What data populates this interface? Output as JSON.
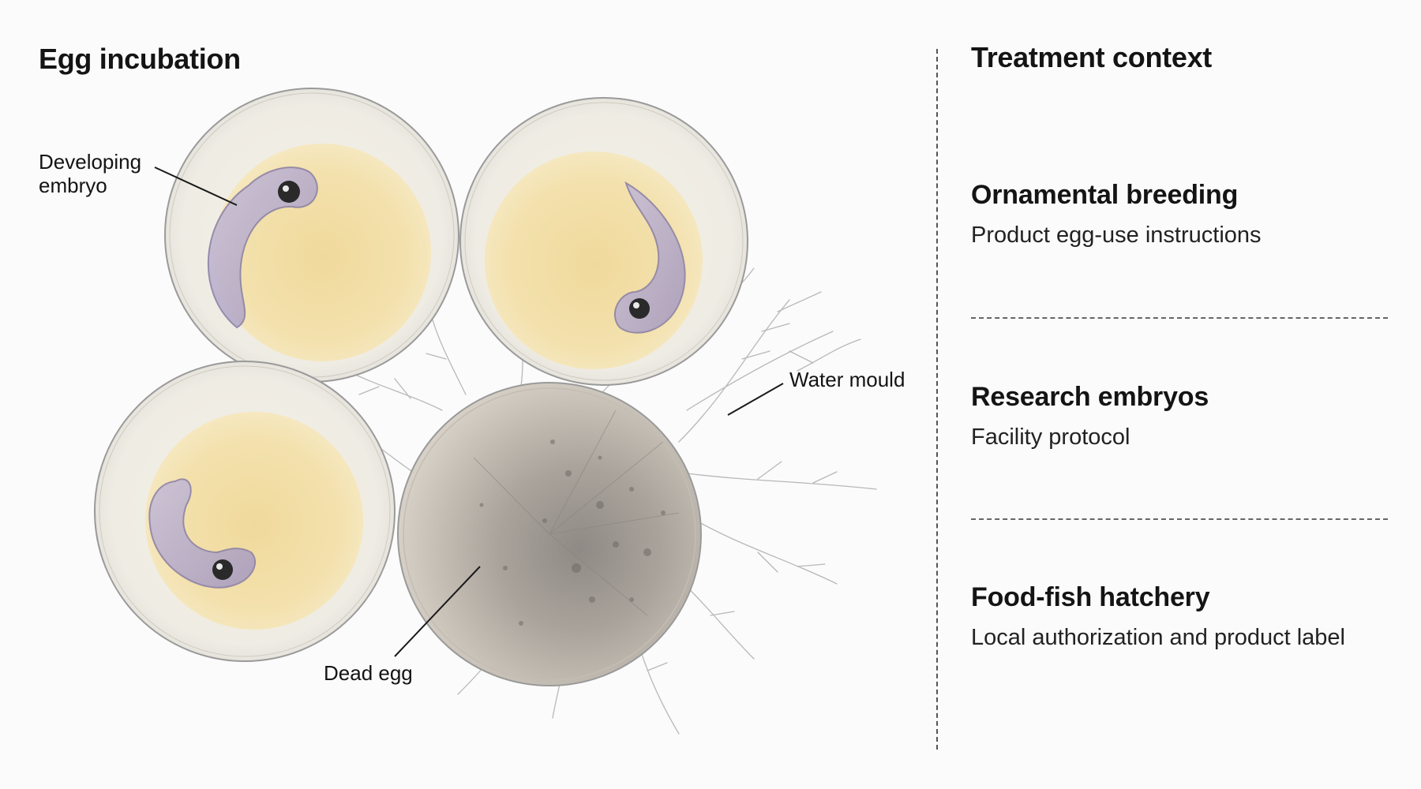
{
  "illustration": {
    "title": "Egg incubation",
    "labels": {
      "developing_embryo_line1": "Developing",
      "developing_embryo_line2": "embryo",
      "water_mould": "Water mould",
      "dead_egg": "Dead egg"
    }
  },
  "treatment": {
    "title": "Treatment context",
    "items": [
      {
        "heading": "Ornamental breeding",
        "detail": "Product egg-use instructions"
      },
      {
        "heading": "Research embryos",
        "detail": "Facility protocol"
      },
      {
        "heading": "Food-fish hatchery",
        "detail": "Local authorization and product label"
      }
    ]
  },
  "colors": {
    "yolk": "#f2dfa6",
    "membrane": "#f1eee6",
    "embryo": "#b7acc9",
    "dead_egg": "#a9a39b",
    "mould": "#b3b3b3"
  }
}
